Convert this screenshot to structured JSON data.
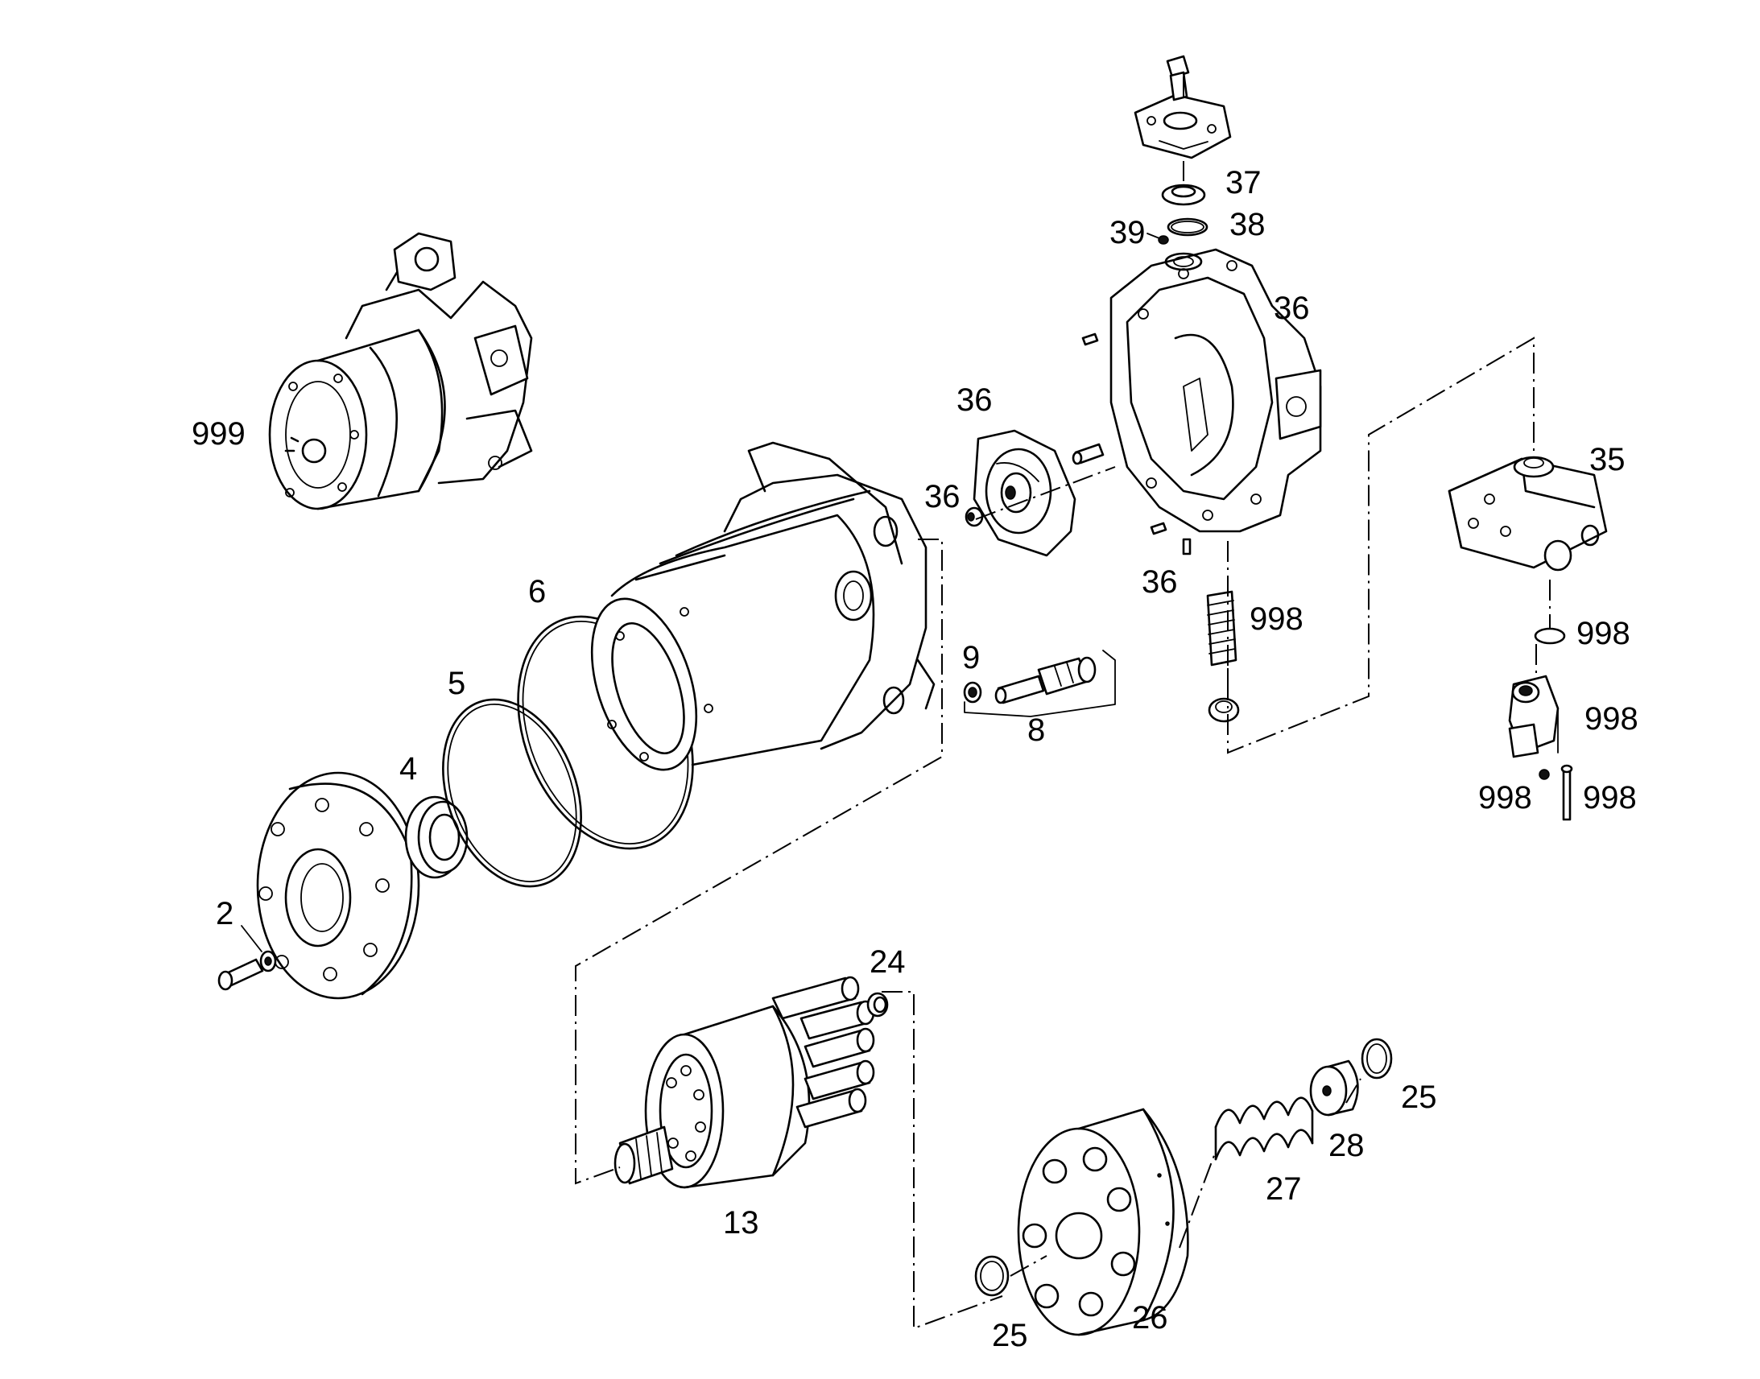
{
  "labels": {
    "p999": "999",
    "p2": "2",
    "p4": "4",
    "p5": "5",
    "p6": "6",
    "p8": "8",
    "p9": "9",
    "p13": "13",
    "p24": "24",
    "p25a": "25",
    "p25b": "25",
    "p26": "26",
    "p27": "27",
    "p28": "28",
    "p35": "35",
    "p36a": "36",
    "p36b": "36",
    "p36c": "36",
    "p36d": "36",
    "p37": "37",
    "p38": "38",
    "p39": "39",
    "p998a": "998",
    "p998b": "998",
    "p998c": "998",
    "p998d": "998",
    "p998e": "998"
  }
}
